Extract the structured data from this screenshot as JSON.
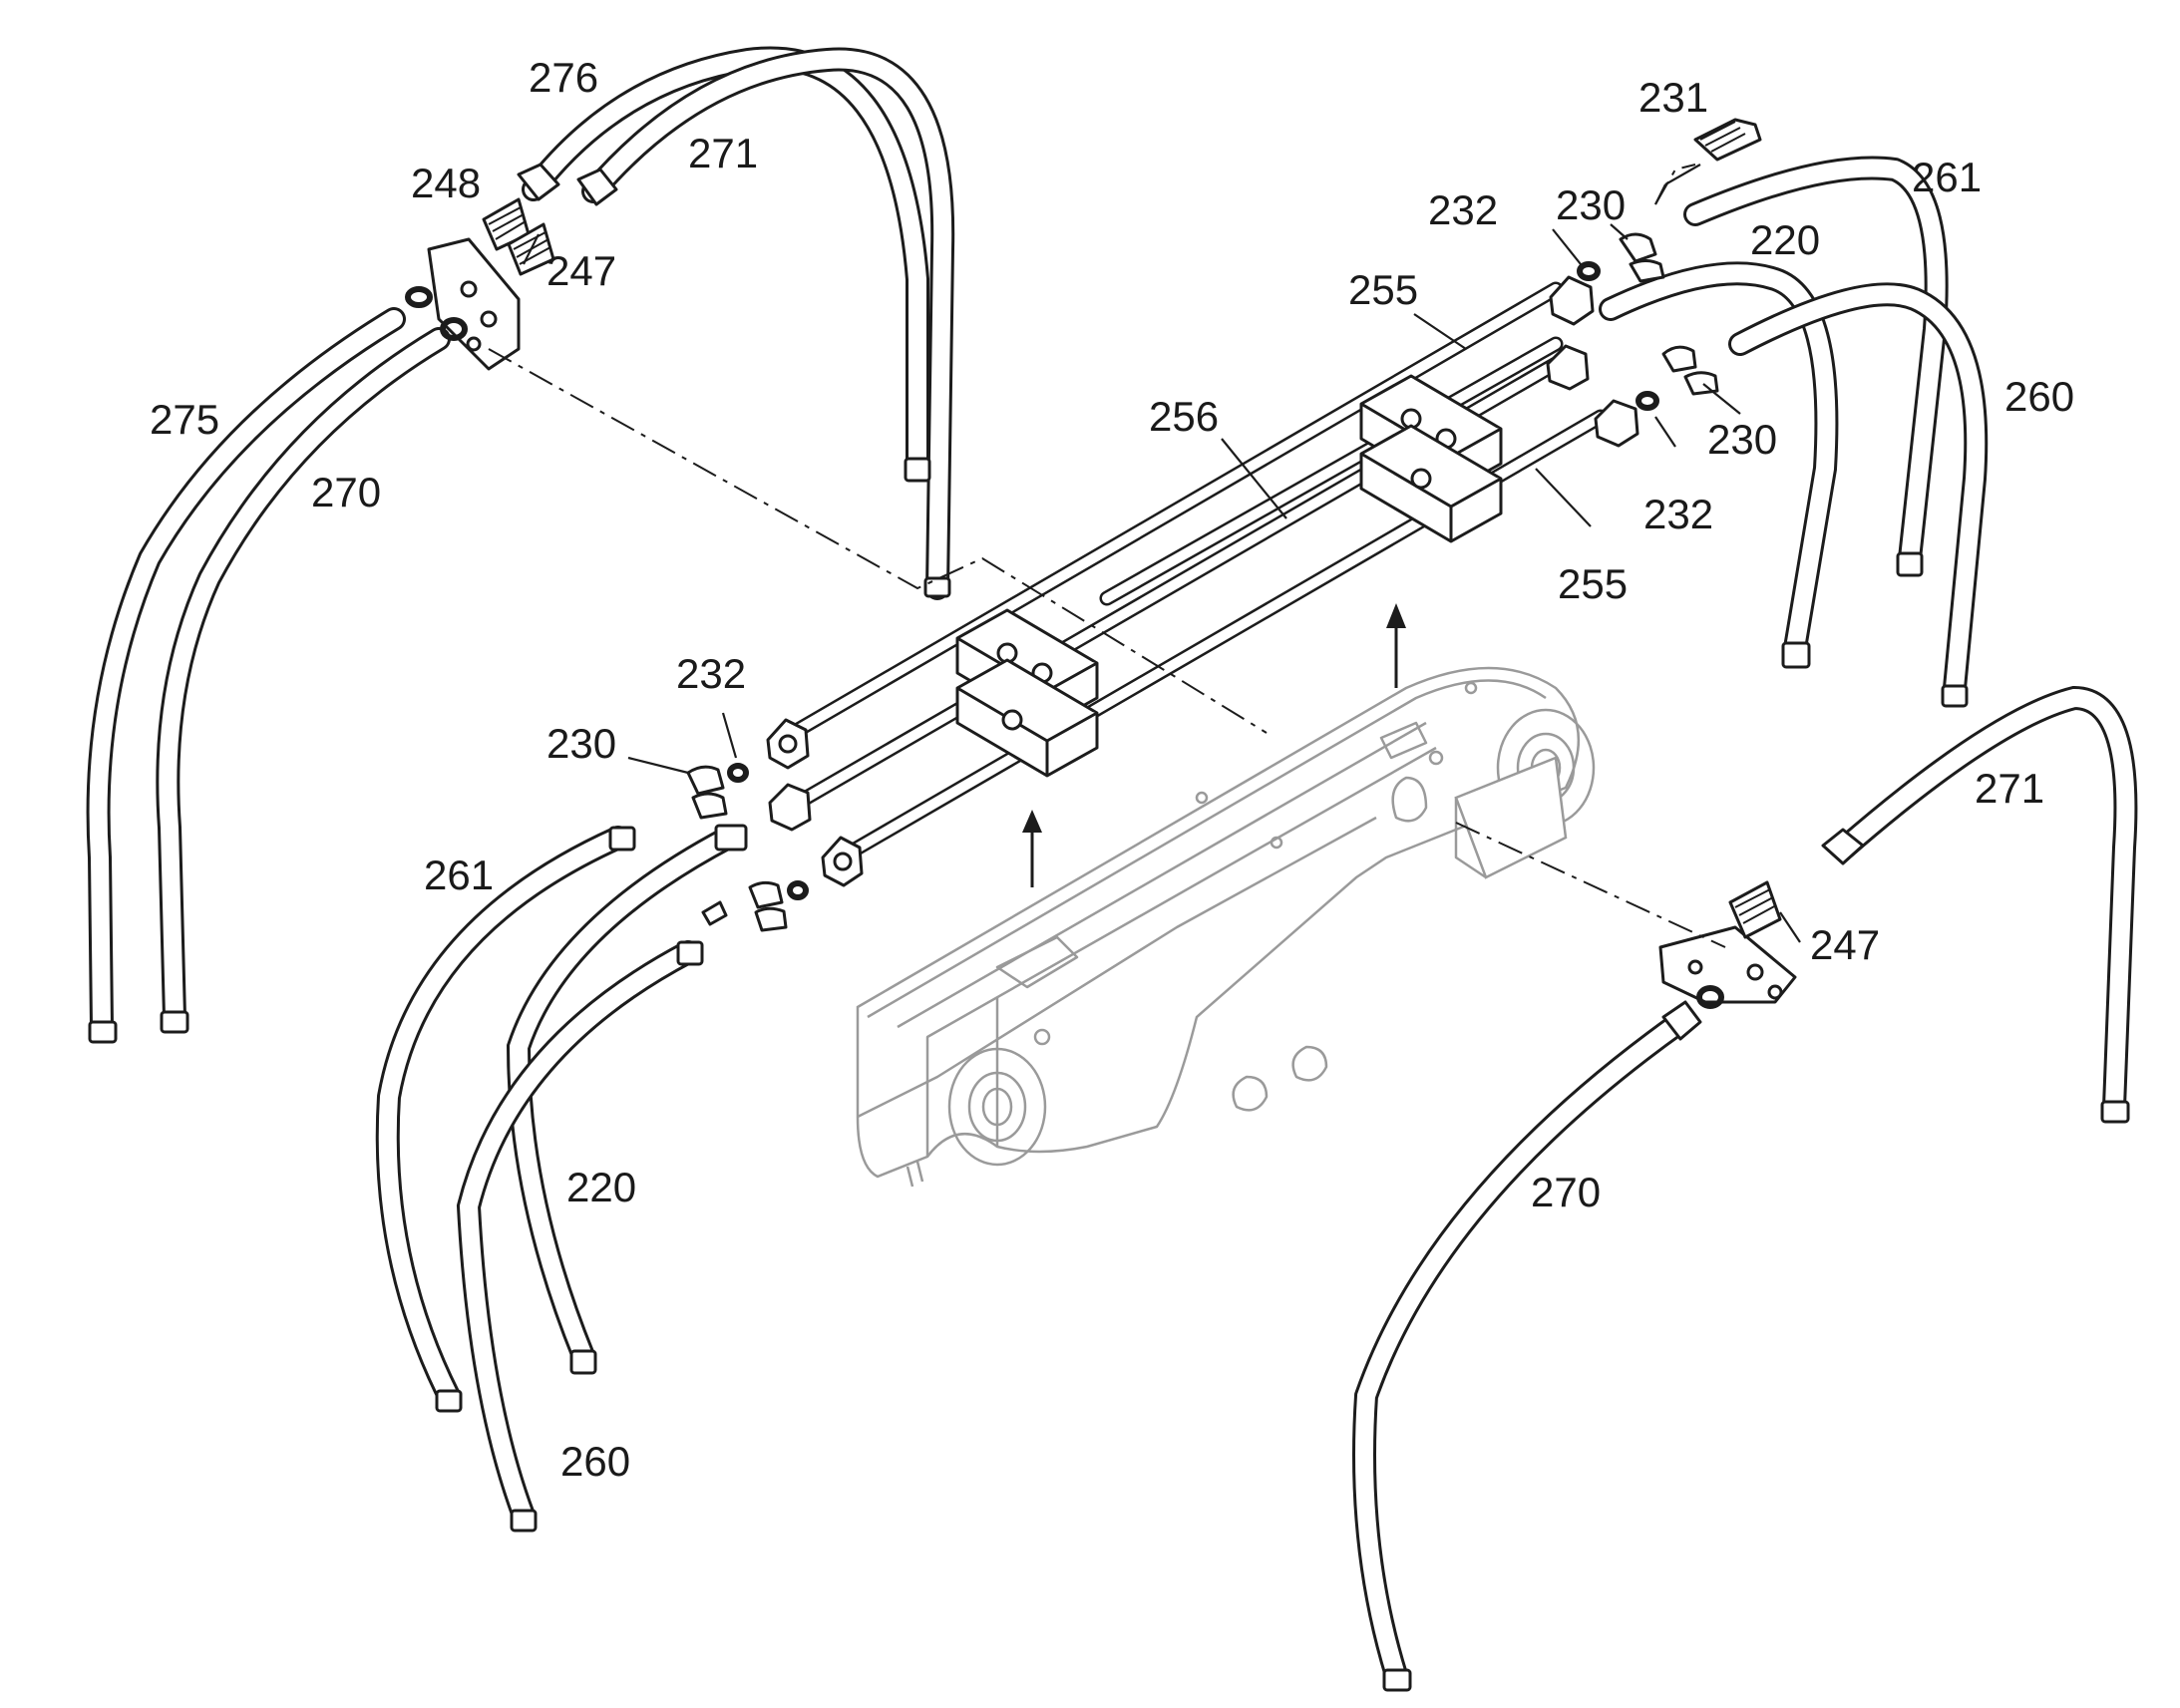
{
  "callouts": [
    {
      "id": "c276a",
      "text": "276"
    },
    {
      "id": "c271a",
      "text": "271"
    },
    {
      "id": "c248",
      "text": "248"
    },
    {
      "id": "c247a",
      "text": "247"
    },
    {
      "id": "c275",
      "text": "275"
    },
    {
      "id": "c270a",
      "text": "270"
    },
    {
      "id": "c231",
      "text": "231"
    },
    {
      "id": "c232a",
      "text": "232"
    },
    {
      "id": "c230a",
      "text": "230"
    },
    {
      "id": "c261a",
      "text": "261"
    },
    {
      "id": "c220a",
      "text": "220"
    },
    {
      "id": "c255a",
      "text": "255"
    },
    {
      "id": "c256",
      "text": "256"
    },
    {
      "id": "c260a",
      "text": "260"
    },
    {
      "id": "c230b",
      "text": "230"
    },
    {
      "id": "c232b",
      "text": "232"
    },
    {
      "id": "c255b",
      "text": "255"
    },
    {
      "id": "c232c",
      "text": "232"
    },
    {
      "id": "c230c",
      "text": "230"
    },
    {
      "id": "c261b",
      "text": "261"
    },
    {
      "id": "c271b",
      "text": "271"
    },
    {
      "id": "c247b",
      "text": "247"
    },
    {
      "id": "c220b",
      "text": "220"
    },
    {
      "id": "c260b",
      "text": "260"
    },
    {
      "id": "c270b",
      "text": "270"
    }
  ]
}
